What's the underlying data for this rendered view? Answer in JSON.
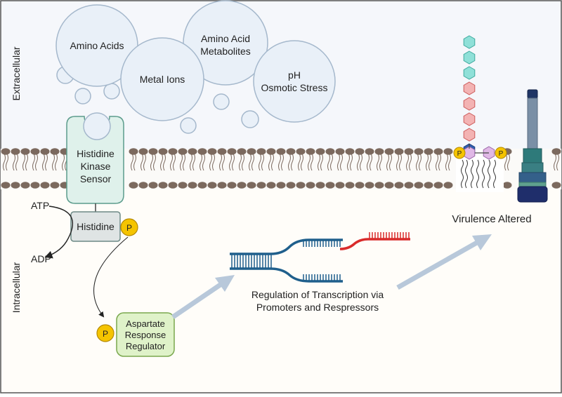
{
  "regions": {
    "extracellular": "Extracellular",
    "intracellular": "Intracellular"
  },
  "bubbles": {
    "amino_acids": "Amino Acids",
    "metal_ions": "Metal Ions",
    "amino_acid_metabolites_1": "Amino Acid",
    "amino_acid_metabolites_2": "Metabolites",
    "ph_1": "pH",
    "ph_2": "Osmotic Stress"
  },
  "sensor": {
    "line1": "Histidine",
    "line2": "Kinase",
    "line3": "Sensor",
    "histidine": "Histidine"
  },
  "phosphate": "P",
  "atp": "ATP",
  "adp": "ADP",
  "regulator": {
    "line1": "Aspartate",
    "line2": "Response",
    "line3": "Regulator"
  },
  "transcription": {
    "line1": "Regulation of Transcription via",
    "line2": "Promoters and Respressors"
  },
  "virulence": "Virulence Altered",
  "colors": {
    "extracellular_bg": "#f5f7fb",
    "intracellular_bg": "#fffdf9",
    "bubble_fill": "#e9f0f8",
    "bubble_stroke": "#a5b8cc",
    "sensor_fill": "#dff1eb",
    "sensor_stroke": "#5c9c8c",
    "phosphate": "#f5c400",
    "regulator_fill": "#dff2c9",
    "regulator_stroke": "#7aa84e",
    "lipid_head": "#7b695e",
    "dna_blue": "#1f5f8c",
    "dna_red": "#d92b2b",
    "arrow": "#b8c8da"
  }
}
